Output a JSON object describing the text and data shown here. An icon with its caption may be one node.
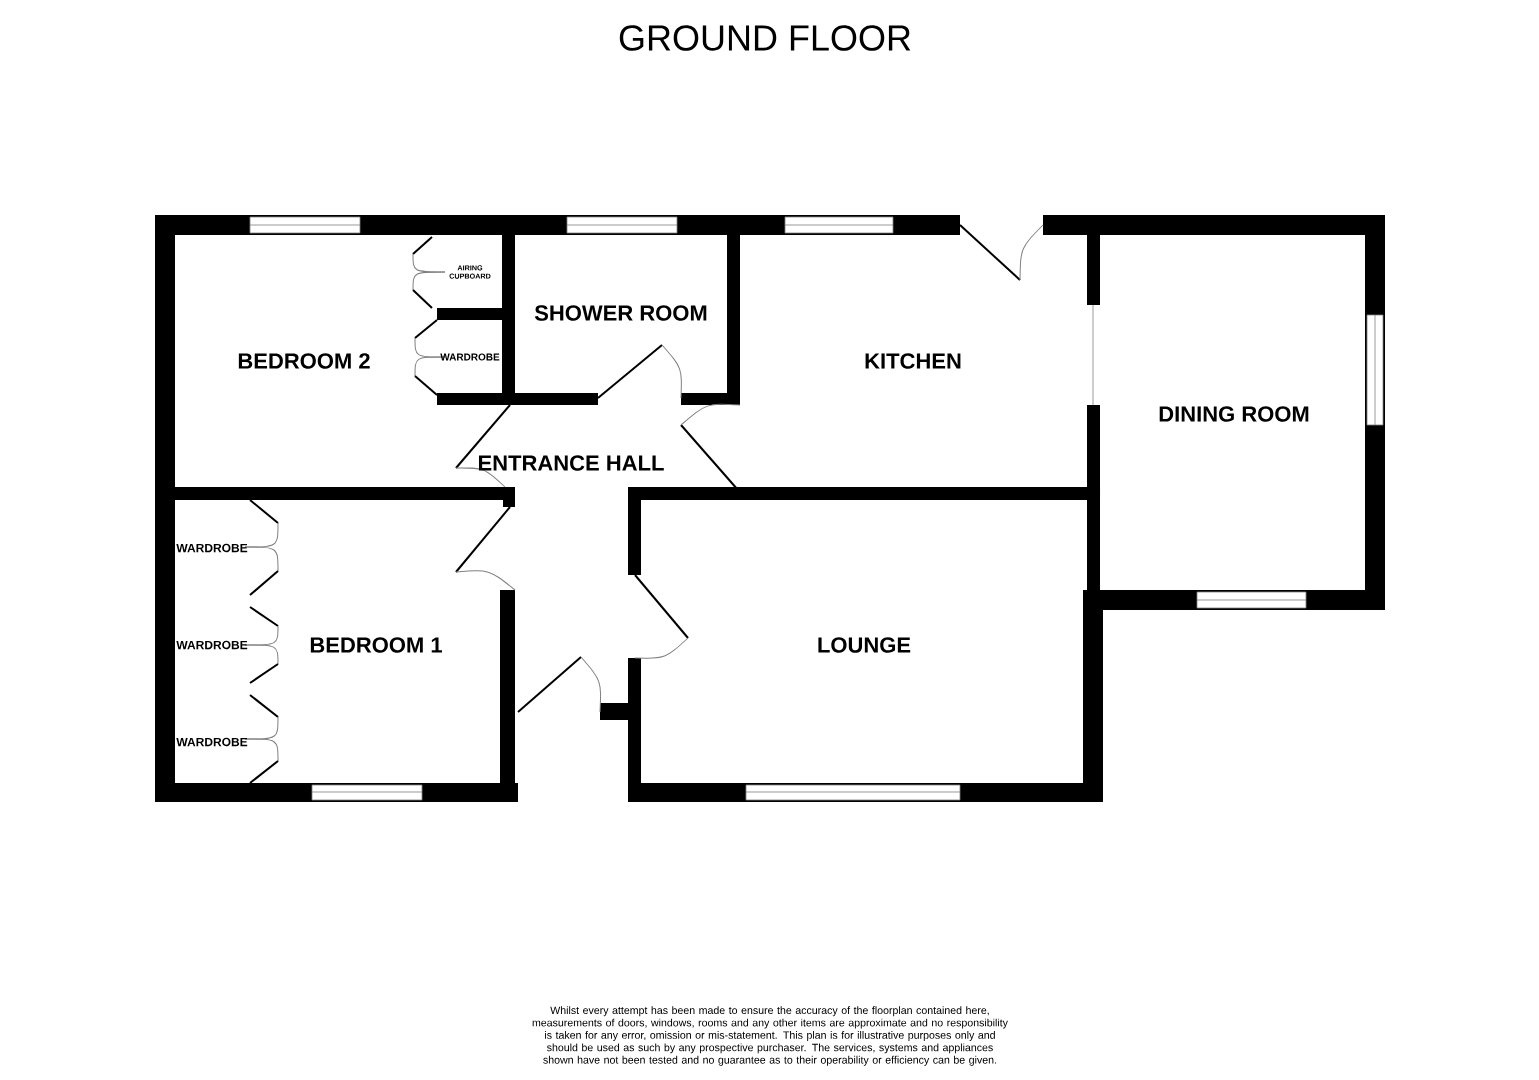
{
  "diagram": {
    "title": "GROUND FLOOR",
    "nodes": [
      {
        "text": [
          "BEDROOM 2"
        ]
      },
      {
        "text": [
          "AIRING CUPBOARD"
        ]
      },
      {
        "text": [
          "WARDROBE"
        ]
      },
      {
        "text": [
          "SHOWER ROOM"
        ]
      },
      {
        "text": [
          "KITCHEN"
        ]
      },
      {
        "text": [
          "DINING ROOM"
        ]
      },
      {
        "text": [
          "ENTRANCE HALL"
        ]
      },
      {
        "text": [
          "WARDROBE"
        ]
      },
      {
        "text": [
          "WARDROBE"
        ]
      },
      {
        "text": [
          "BEDROOM 1"
        ]
      },
      {
        "text": [
          "WARDROBE"
        ]
      },
      {
        "text": [
          "LOUNGE"
        ]
      }
    ],
    "labels": [
      "Whilst every attempt has been made to ensure the accuracy of the floorplan contained here, measurements of doors, windows, rooms and any other items are approximate and no responsibility is taken for any error, omission or mis-statement. This plan is for illustrative purposes only and should be used as such by any prospective purchaser. The services, systems and appliances shown have not been tested and no guarantee as to their operability or efficiency can be given."
    ]
  }
}
